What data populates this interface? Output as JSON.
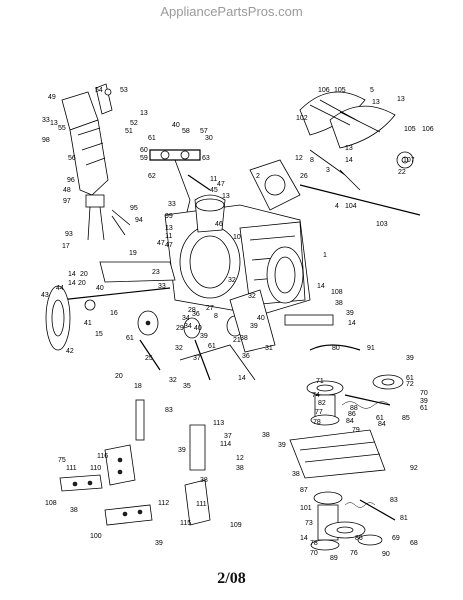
{
  "header": {
    "watermark": "AppliancePartsPros.com"
  },
  "footer": {
    "page_number": "2/08"
  },
  "part_labels": [
    "54",
    "53",
    "49",
    "13",
    "52",
    "51",
    "33",
    "55",
    "98",
    "13",
    "56",
    "61",
    "40",
    "58",
    "57",
    "30",
    "60",
    "59",
    "63",
    "62",
    "106",
    "105",
    "5",
    "13",
    "102",
    "13",
    "105",
    "106",
    "2",
    "26",
    "12",
    "8",
    "107",
    "22",
    "13",
    "14",
    "3",
    "4",
    "104",
    "103",
    "96",
    "48",
    "97",
    "95",
    "94",
    "93",
    "17",
    "33",
    "47",
    "45",
    "11",
    "47",
    "13",
    "99",
    "13",
    "11",
    "47",
    "46",
    "10",
    "1",
    "32",
    "32",
    "19",
    "23",
    "14",
    "20",
    "14",
    "20",
    "43",
    "44",
    "40",
    "16",
    "41",
    "15",
    "42",
    "36",
    "61",
    "33",
    "34",
    "34",
    "32",
    "40",
    "28",
    "27",
    "8",
    "21",
    "61",
    "29",
    "39",
    "14",
    "108",
    "38",
    "39",
    "14",
    "40",
    "39",
    "38",
    "31",
    "25",
    "20",
    "18",
    "37",
    "32",
    "35",
    "36",
    "14",
    "80",
    "91",
    "39",
    "71",
    "61",
    "74",
    "82",
    "77",
    "78",
    "79",
    "72",
    "85",
    "84",
    "86",
    "88",
    "70",
    "39",
    "61",
    "61",
    "84",
    "83",
    "113",
    "37",
    "114",
    "38",
    "39",
    "92",
    "75",
    "116",
    "39",
    "111",
    "110",
    "12",
    "38",
    "108",
    "38",
    "112",
    "100",
    "38",
    "39",
    "111",
    "109",
    "115",
    "38",
    "87",
    "101",
    "73",
    "14",
    "78",
    "70",
    "76",
    "90",
    "89",
    "69",
    "81",
    "86",
    "83",
    "68",
    "65"
  ],
  "part_positions_note": ""
}
